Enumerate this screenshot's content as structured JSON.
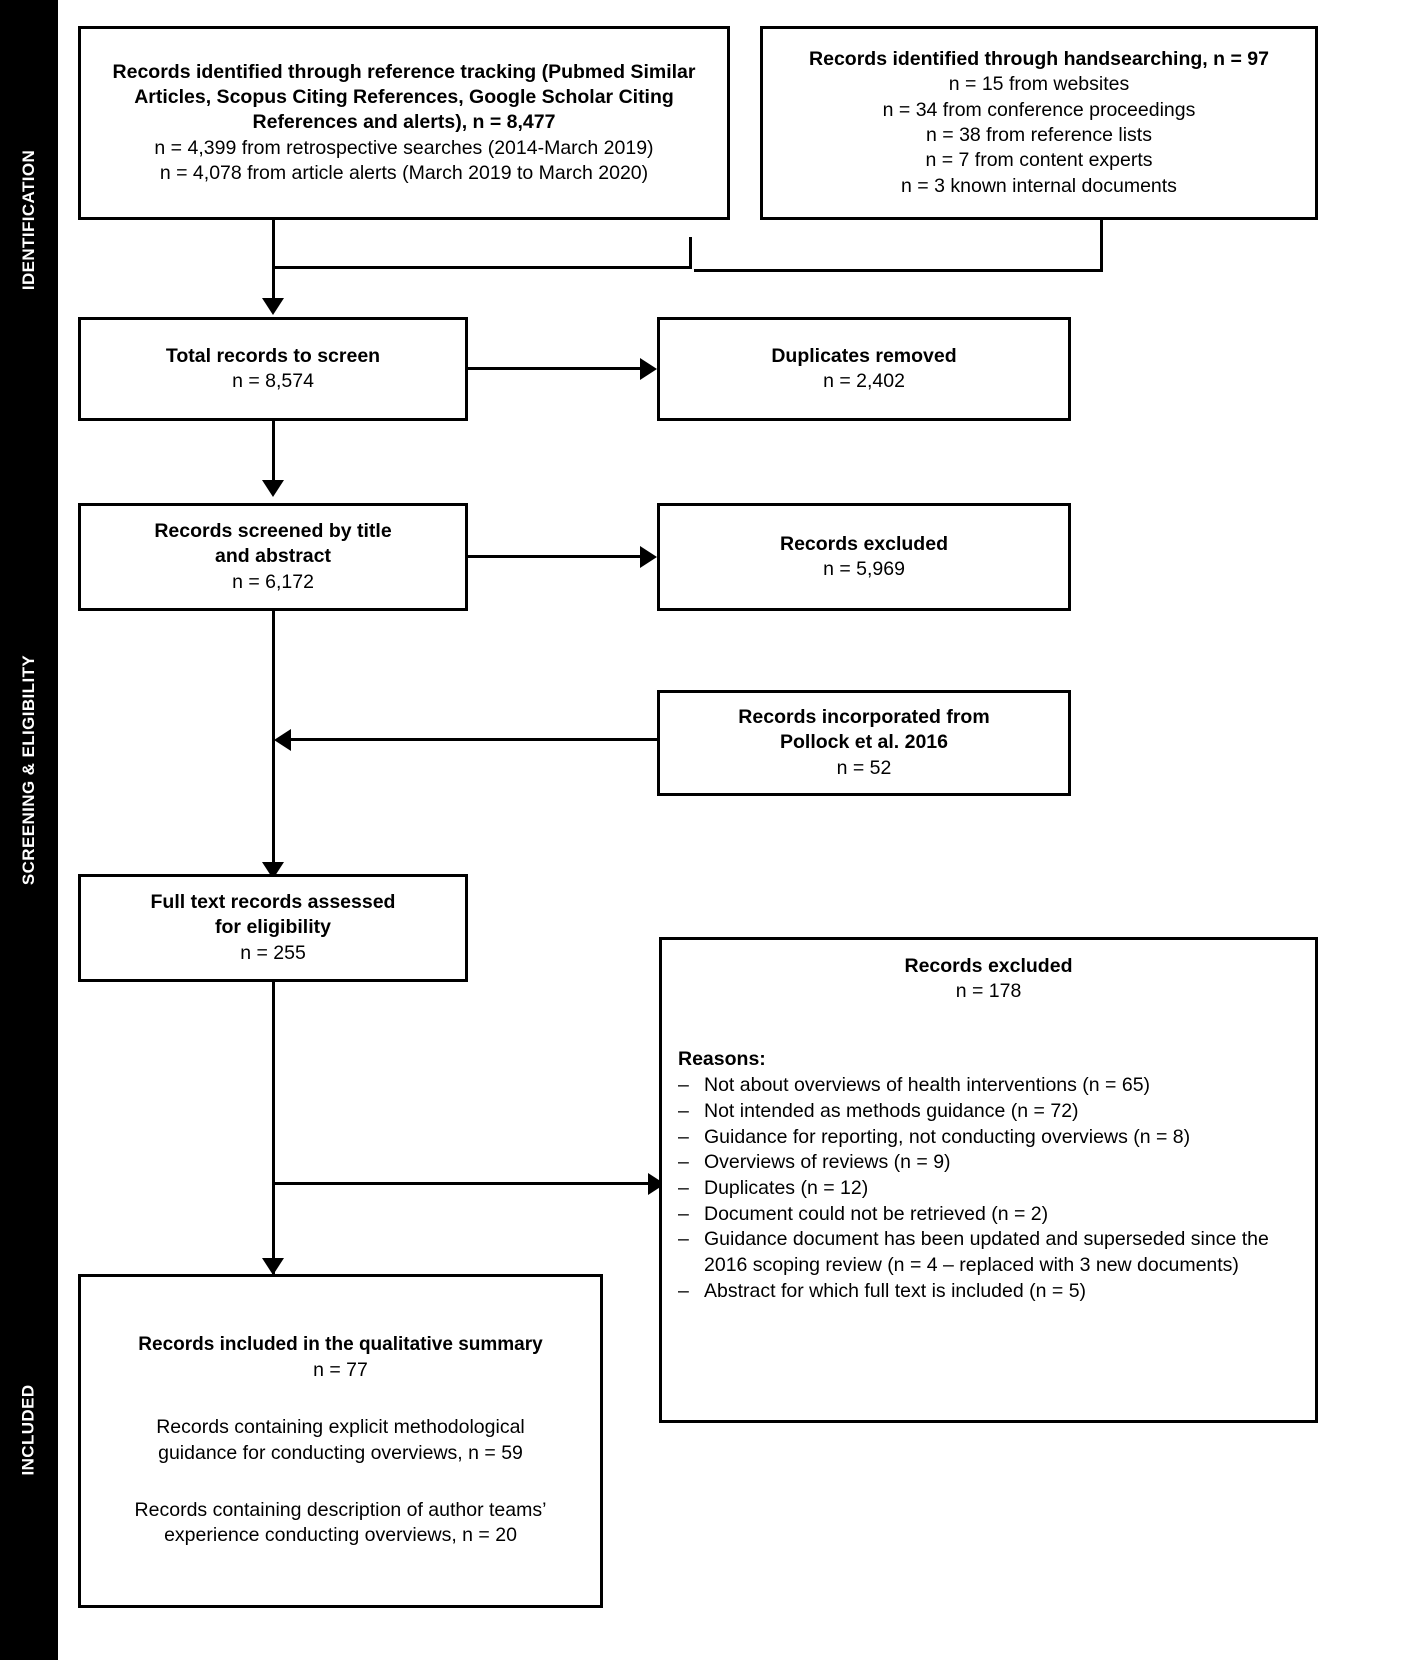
{
  "rail": {
    "labels": [
      {
        "text": "IDENTIFICATION"
      },
      {
        "text": "SCREENING & ELIGIBILITY"
      },
      {
        "text": "INCLUDED"
      }
    ]
  },
  "boxes": {
    "reference_tracking": {
      "title": "Records identified through reference tracking (Pubmed Similar Articles, Scopus Citing References, Google Scholar Citing References and alerts), n = 8,477",
      "line2": "n = 4,399 from retrospective searches (2014-March 2019)",
      "line3": "n = 4,078 from article alerts (March 2019 to March 2020)"
    },
    "handsearching": {
      "title": "Records identified through handsearching, n = 97",
      "line2": "n = 15 from websites",
      "line3": "n = 34 from conference proceedings",
      "line4": "n = 38 from reference lists",
      "line5": "n = 7 from content experts",
      "line6": "n = 3 known internal documents"
    },
    "total_records": {
      "title": "Total records to screen",
      "count": "n = 8,574"
    },
    "duplicates_removed": {
      "title": "Duplicates removed",
      "count": "n = 2,402"
    },
    "screened_title_abstract": {
      "title_line1": "Records screened by title",
      "title_line2": "and abstract",
      "count": "n = 6,172"
    },
    "records_excluded_screening": {
      "title": "Records excluded",
      "count": "n = 5,969"
    },
    "pollock": {
      "title_line1": "Records incorporated from",
      "title_line2": "Pollock et al. 2016",
      "count": "n = 52"
    },
    "full_text": {
      "title_line1": "Full text records assessed",
      "title_line2": "for eligibility",
      "count": "n = 255"
    },
    "records_excluded_fulltext": {
      "title": "Records excluded",
      "count": "n = 178",
      "reasons_label": "Reasons:",
      "dash": "–",
      "reasons": [
        "Not about overviews of health interventions (n = 65)",
        "Not intended as methods guidance (n = 72)",
        "Guidance for reporting, not conducting overviews (n = 8)",
        "Overviews of reviews (n = 9)",
        "Duplicates (n = 12)",
        "Document could not be retrieved (n = 2)",
        "Guidance document has been updated and superseded since the 2016 scoping review (n = 4 – replaced with 3 new documents)",
        "Abstract for which full text is included (n = 5)"
      ]
    },
    "included": {
      "title": "Records included in the qualitative summary",
      "count": "n = 77",
      "detail1_line1": "Records containing explicit methodological",
      "detail1_line2": "guidance for conducting overviews,  n = 59",
      "detail2_line1": "Records containing description of author teams’",
      "detail2_line2": "experience conducting overviews, n = 20"
    }
  },
  "colors": {
    "ink": "#000000",
    "paper": "#ffffff",
    "rail": "#000000"
  }
}
